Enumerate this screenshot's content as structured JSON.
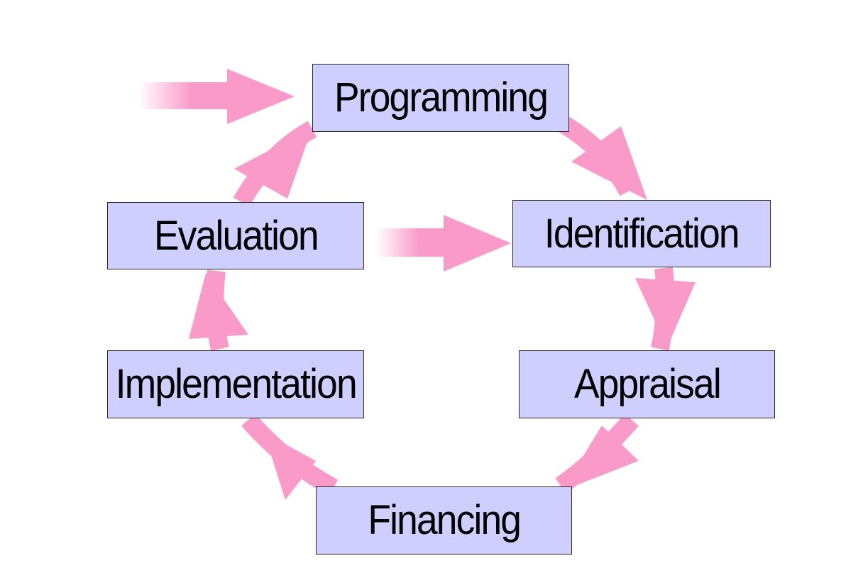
{
  "diagram": {
    "nodes": [
      {
        "id": "programming",
        "label": "Programming"
      },
      {
        "id": "identification",
        "label": "Identification"
      },
      {
        "id": "appraisal",
        "label": "Appraisal"
      },
      {
        "id": "financing",
        "label": "Financing"
      },
      {
        "id": "implementation",
        "label": "Implementation"
      },
      {
        "id": "evaluation",
        "label": "Evaluation"
      }
    ],
    "edges": [
      {
        "from": "programming",
        "to": "identification"
      },
      {
        "from": "identification",
        "to": "appraisal"
      },
      {
        "from": "appraisal",
        "to": "financing"
      },
      {
        "from": "financing",
        "to": "implementation"
      },
      {
        "from": "implementation",
        "to": "evaluation"
      },
      {
        "from": "evaluation",
        "to": "programming"
      },
      {
        "from": "evaluation",
        "to": "identification"
      }
    ],
    "entry_arrow_target": "programming",
    "colors": {
      "box_fill": "#cfcfff",
      "box_border": "#2a2a2a",
      "arrow": "#f99ac8",
      "text": "#000000"
    }
  }
}
